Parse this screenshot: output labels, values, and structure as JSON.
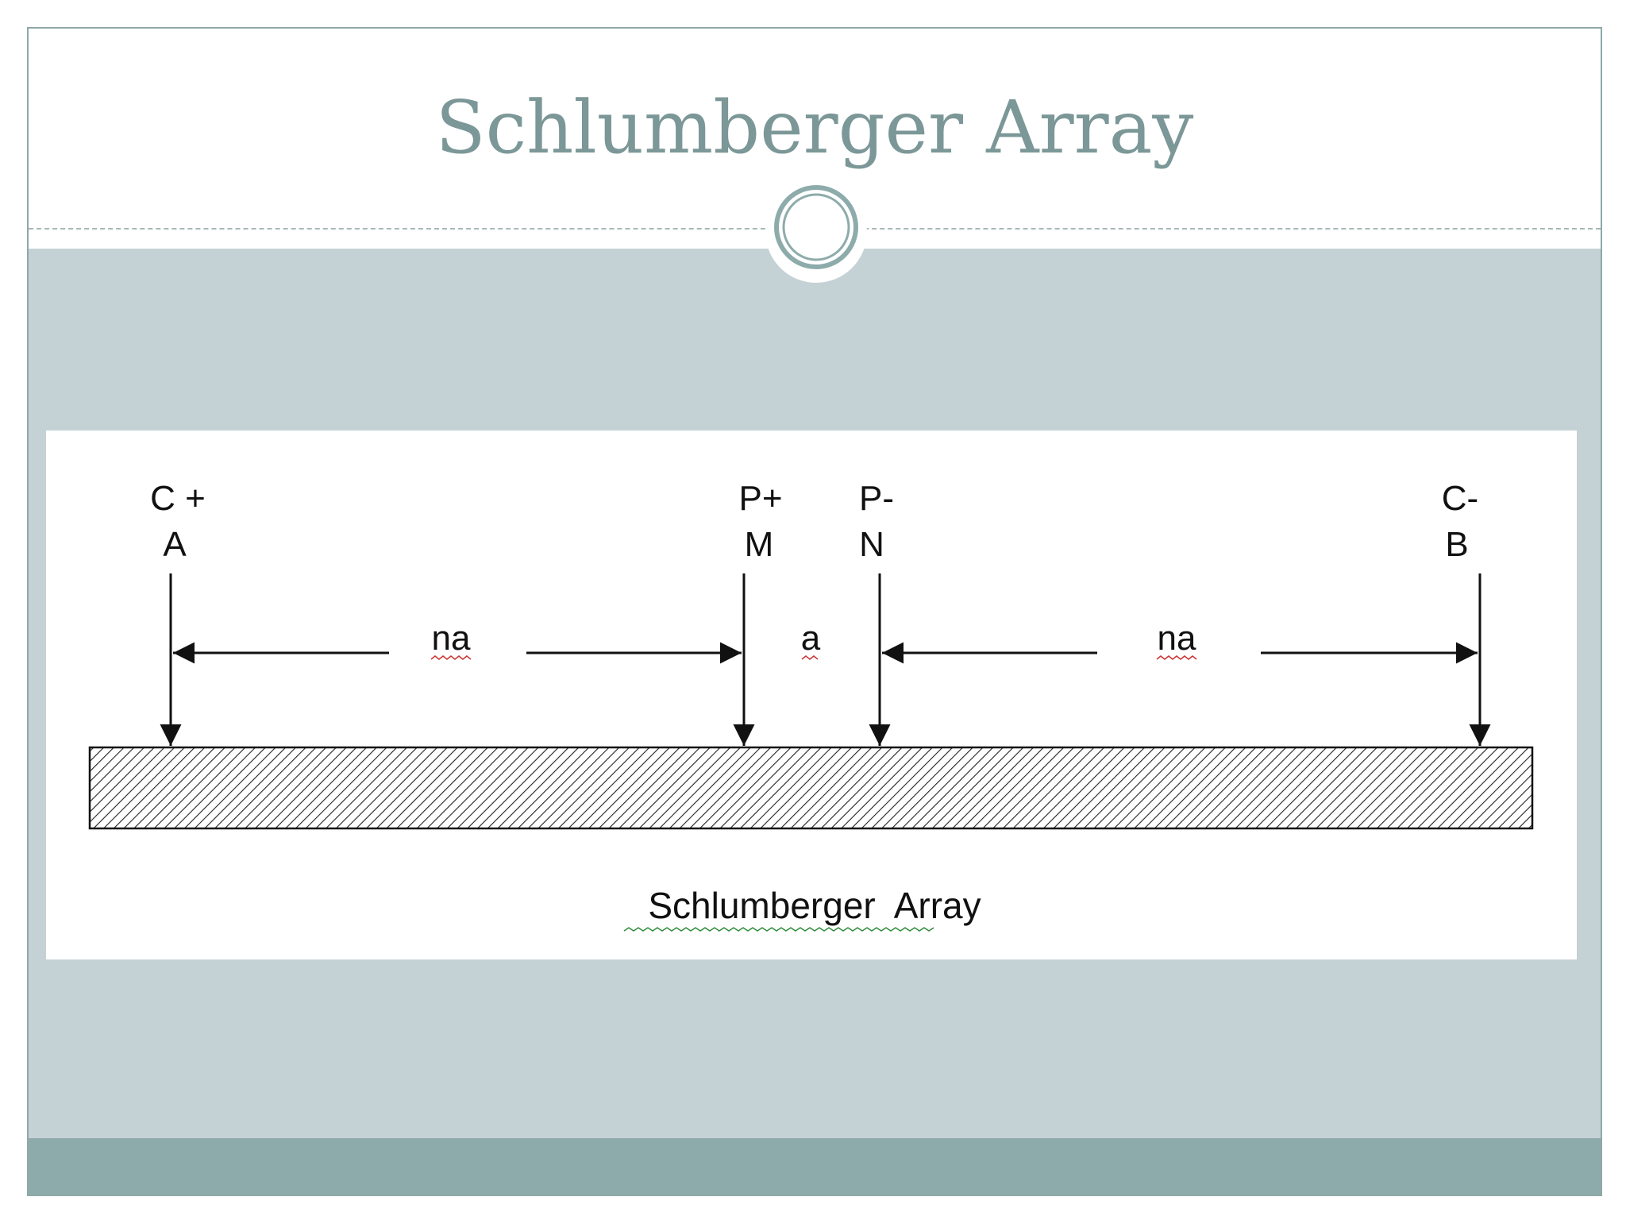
{
  "slide": {
    "title": "Schlumberger Array"
  },
  "diagram": {
    "electrodes": [
      {
        "id": "A",
        "polarity": "C +",
        "label": "A"
      },
      {
        "id": "M",
        "polarity": "P+",
        "label": "M"
      },
      {
        "id": "N",
        "polarity": "P-",
        "label": "N"
      },
      {
        "id": "B",
        "polarity": "C-",
        "label": "B"
      }
    ],
    "spacings": [
      {
        "from": "A",
        "to": "M",
        "label": "na"
      },
      {
        "from": "M",
        "to": "N",
        "label": "a"
      },
      {
        "from": "N",
        "to": "B",
        "label": "na"
      }
    ],
    "caption": "Schlumberger  Array"
  },
  "colors": {
    "title": "#7c9797",
    "band": "#c4d1d5",
    "footer": "#8eabab",
    "border": "#8fa8a8",
    "ink": "#111111",
    "squiggle": "#cc3333"
  }
}
